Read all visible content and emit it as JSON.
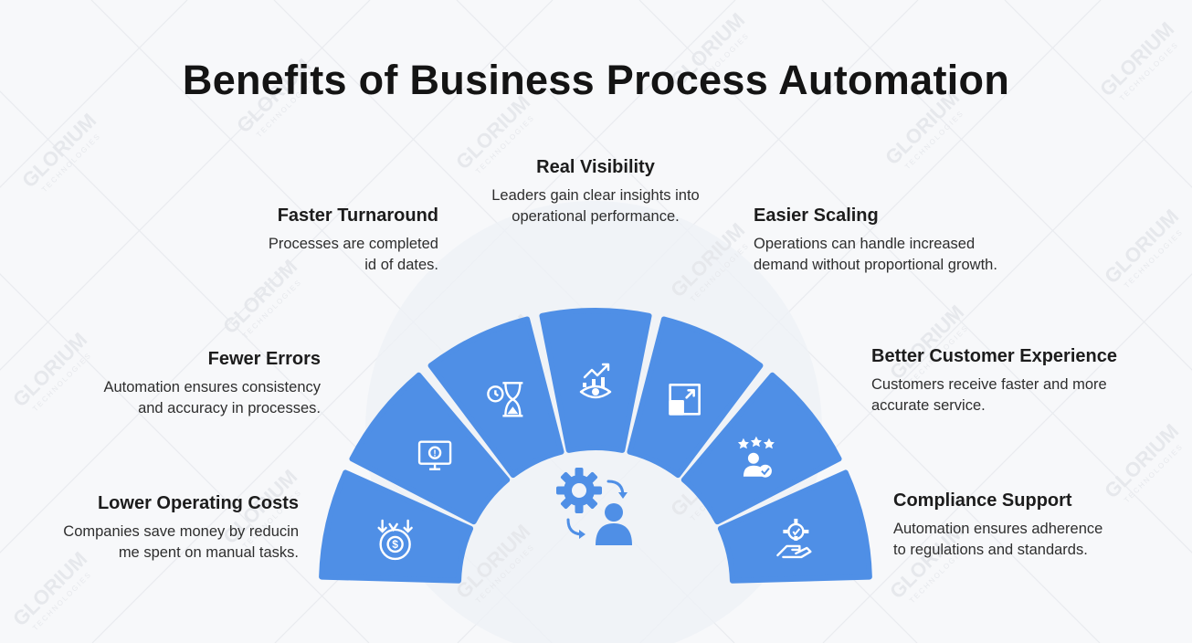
{
  "title": "Benefits of Business Process Automation",
  "colors": {
    "segment": "#4f8fe6",
    "icon": "#ffffff",
    "center_icon": "#4f8fe6",
    "background": "#f7f8fa",
    "watermark": "#e6e8ec"
  },
  "watermark": {
    "brand": "GLORIUM",
    "sub": "TECHNOLOGIES"
  },
  "center": {
    "icon": "gear-person-cycle-icon"
  },
  "benefits": [
    {
      "title": "Lower Operating Costs",
      "line1": "Companies save money by reducin",
      "line2": "me spent on manual tasks.",
      "icon": "money-bag-gear-icon"
    },
    {
      "title": "Fewer Errors",
      "line1": "Automation ensures consistency",
      "line2": "and accuracy in processes.",
      "icon": "monitor-check-icon"
    },
    {
      "title": "Faster Turnaround",
      "line1": "Processes are completed",
      "line2": "id of dates.",
      "icon": "hourglass-clock-icon"
    },
    {
      "title": "Real Visibility",
      "line1": "Leaders gain clear insights into",
      "line2": "operational performance.",
      "icon": "eye-chart-icon"
    },
    {
      "title": "Easier Scaling",
      "line1": "Operations can handle increased",
      "line2": "demand without proportional growth.",
      "icon": "scale-arrow-icon"
    },
    {
      "title": "Better Customer Experience",
      "line1": "Customers receive faster and more",
      "line2": "accurate service.",
      "icon": "stars-customer-icon"
    },
    {
      "title": "Compliance Support",
      "line1": "Automation ensures adherence",
      "line2": "to regulations and standards.",
      "icon": "gear-hand-icon"
    }
  ]
}
